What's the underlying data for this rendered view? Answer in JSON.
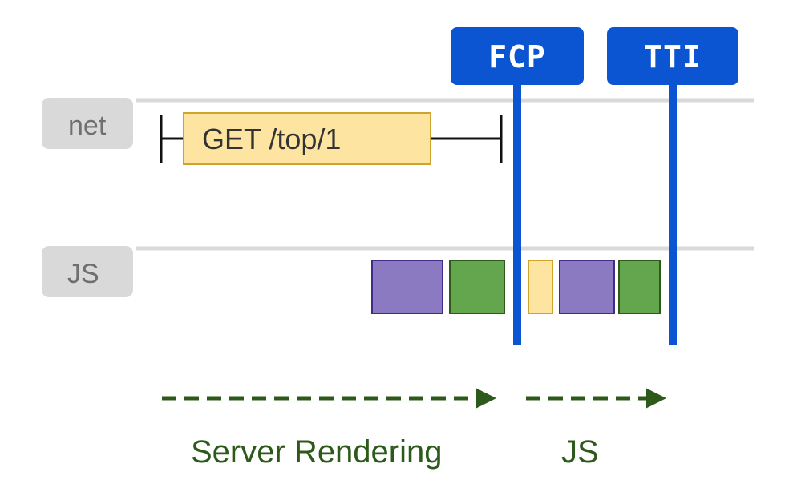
{
  "lanes": [
    {
      "label": "net"
    },
    {
      "label": "JS"
    }
  ],
  "network": {
    "request_label": "GET /top/1"
  },
  "js_tasks": [
    {
      "kind": "purple"
    },
    {
      "kind": "green"
    },
    {
      "kind": "yellow"
    },
    {
      "kind": "purple"
    },
    {
      "kind": "green"
    }
  ],
  "markers": [
    {
      "label": "FCP"
    },
    {
      "label": "TTI"
    }
  ],
  "phases": [
    {
      "label": "Server Rendering"
    },
    {
      "label": "JS"
    }
  ],
  "colors": {
    "marker_blue": "#0b55d3",
    "lane_tab": "#d9d9d9",
    "lane_line": "#d9d9d9",
    "request_fill": "#fde4a0",
    "request_border": "#cfa42c",
    "task_purple": "#8b7ac2",
    "task_purple_border": "#3f2b88",
    "task_green": "#63a64d",
    "task_green_border": "#2d5a1b",
    "task_yellow": "#fde4a0",
    "task_yellow_border": "#cfa42c",
    "phase_green": "#2d5a1b",
    "whisker": "#111111"
  }
}
